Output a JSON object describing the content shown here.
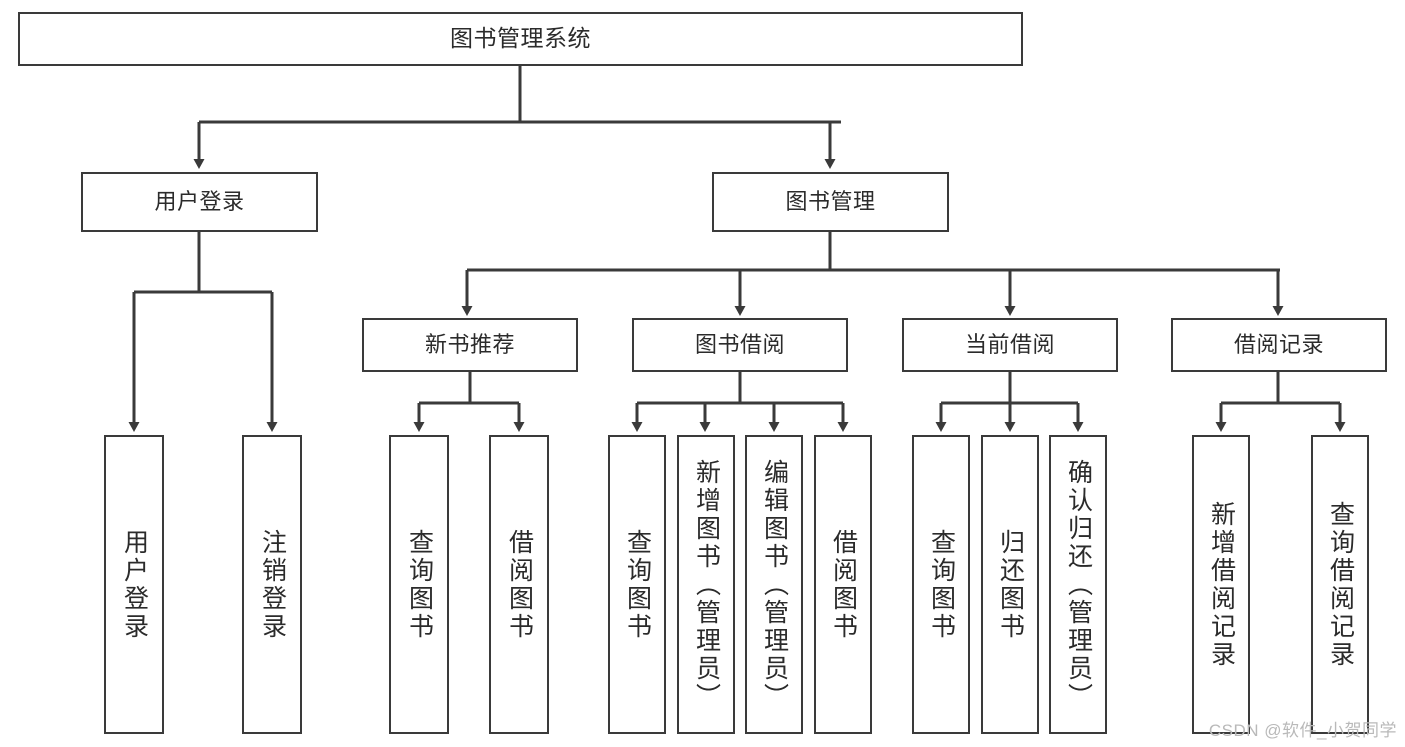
{
  "diagram": {
    "title": "图书管理系统",
    "type": "tree-hierarchy",
    "colors": {
      "box_border": "#3a3a3a",
      "box_fill": "#ffffff",
      "text": "#2b2b2b",
      "connector": "#3a3a3a",
      "watermark": "#b9b9b9"
    },
    "root": {
      "id": "root",
      "label": "图书管理系统"
    },
    "level2": [
      {
        "id": "login",
        "label": "用户登录"
      },
      {
        "id": "bookmgmt",
        "label": "图书管理"
      }
    ],
    "level3": [
      {
        "id": "newbook",
        "label": "新书推荐",
        "parent": "bookmgmt"
      },
      {
        "id": "borrow",
        "label": "图书借阅",
        "parent": "bookmgmt"
      },
      {
        "id": "current",
        "label": "当前借阅",
        "parent": "bookmgmt"
      },
      {
        "id": "records",
        "label": "借阅记录",
        "parent": "bookmgmt"
      }
    ],
    "leaves": [
      {
        "id": "leaf-1",
        "label": "用户登录",
        "parent": "login"
      },
      {
        "id": "leaf-2",
        "label": "注销登录",
        "parent": "login"
      },
      {
        "id": "leaf-3",
        "label": "查询图书",
        "parent": "newbook"
      },
      {
        "id": "leaf-4",
        "label": "借阅图书",
        "parent": "newbook"
      },
      {
        "id": "leaf-5",
        "label": "查询图书",
        "parent": "borrow"
      },
      {
        "id": "leaf-6",
        "label": "新增图书（管理员）",
        "parent": "borrow"
      },
      {
        "id": "leaf-7",
        "label": "编辑图书（管理员）",
        "parent": "borrow"
      },
      {
        "id": "leaf-8",
        "label": "借阅图书",
        "parent": "borrow"
      },
      {
        "id": "leaf-9",
        "label": "查询图书",
        "parent": "current"
      },
      {
        "id": "leaf-10",
        "label": "归还图书",
        "parent": "current"
      },
      {
        "id": "leaf-11",
        "label": "确认归还（管理员）",
        "parent": "current"
      },
      {
        "id": "leaf-12",
        "label": "新增借阅记录",
        "parent": "records"
      },
      {
        "id": "leaf-13",
        "label": "查询借阅记录",
        "parent": "records"
      }
    ],
    "watermark": "CSDN @软件_小贺同学"
  }
}
